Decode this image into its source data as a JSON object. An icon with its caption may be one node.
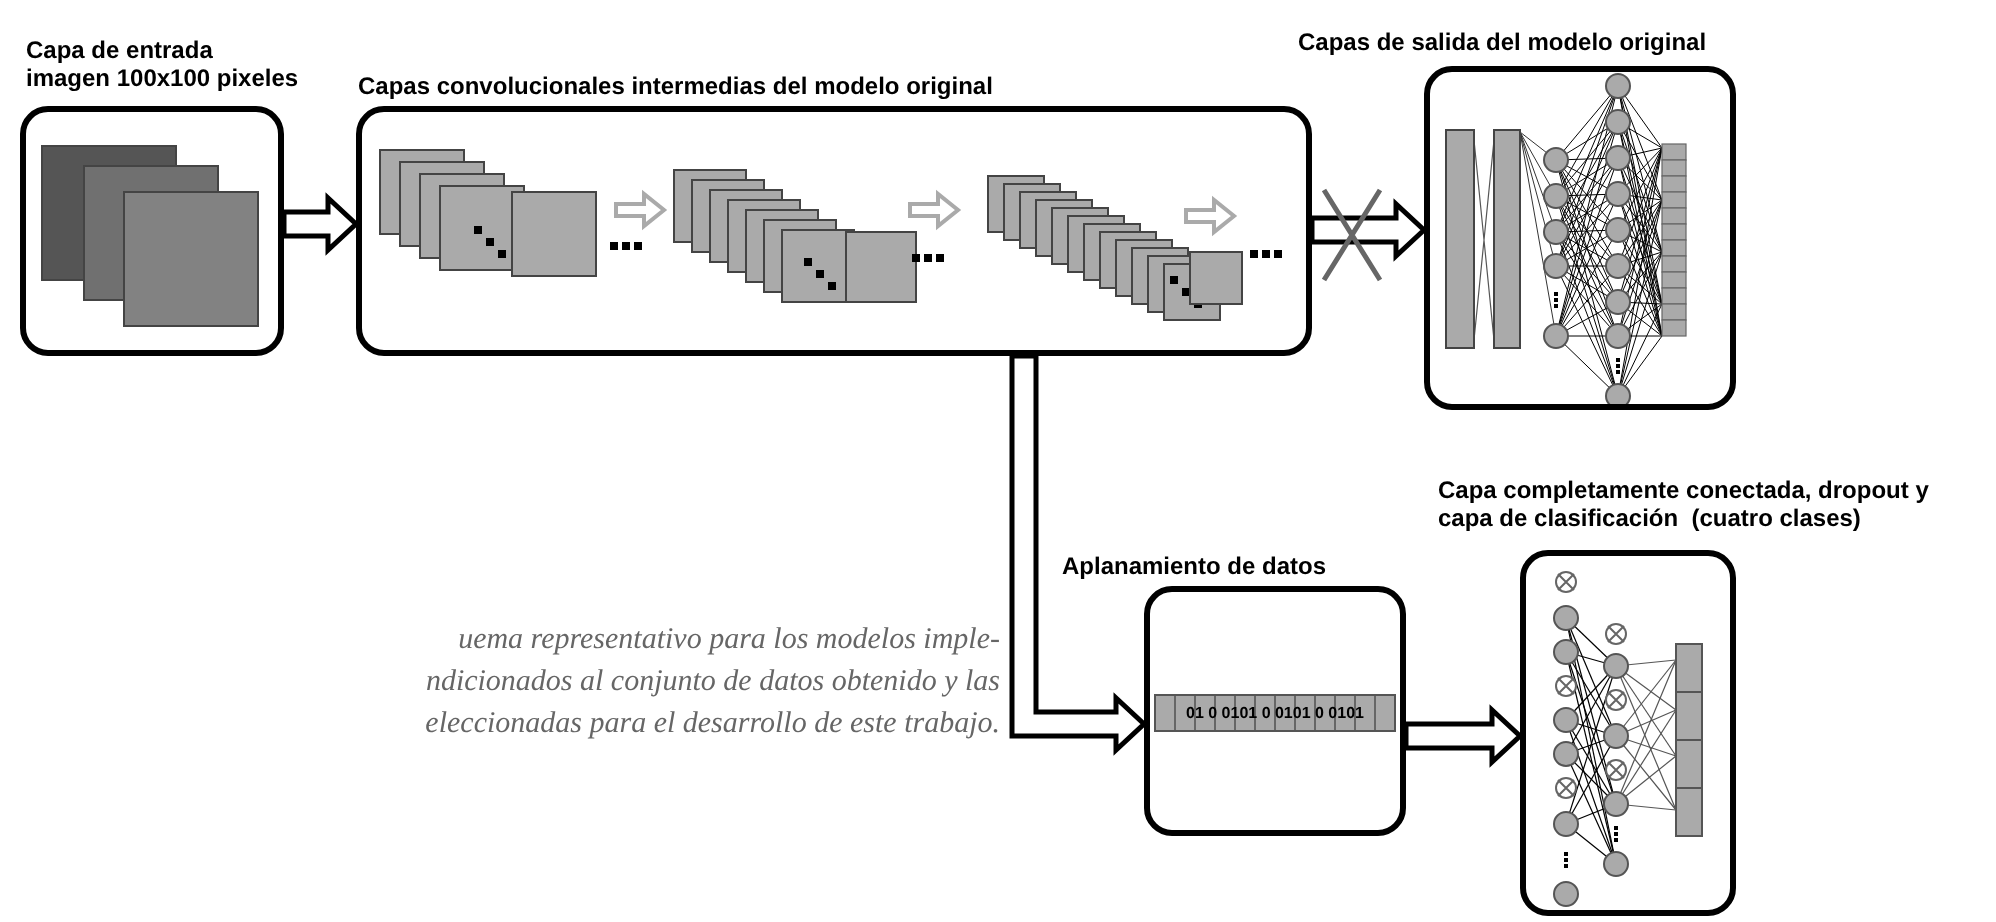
{
  "diagram": {
    "nodes": [
      {
        "text": [
          "Capa de entrada imagen 100x100 pixeles"
        ]
      },
      {
        "text": [
          "Capas convolucionales intermedias del modelo original"
        ]
      },
      {
        "text": [
          "Capas de salida del modelo original"
        ]
      },
      {
        "text": [
          "Aplanamiento de datos",
          "01 0 0101 0 0101 0 0101"
        ]
      },
      {
        "text": [
          "Capa completamente conectada, dropout y capa de clasificación  (cuatro clases)"
        ]
      }
    ],
    "edges": [
      {
        "from": 0,
        "to": 1,
        "arrow": "to"
      },
      {
        "from": 1,
        "to": 2,
        "arrow": "to"
      },
      {
        "from": 1,
        "to": 3,
        "arrow": "to"
      },
      {
        "from": 3,
        "to": 4,
        "arrow": "to"
      }
    ],
    "labels": [
      "uema representativo para los modelos imple-",
      "ndicionados al conjunto de datos obtenido y las",
      "eleccionadas para el desarrollo de este trabajo."
    ]
  }
}
